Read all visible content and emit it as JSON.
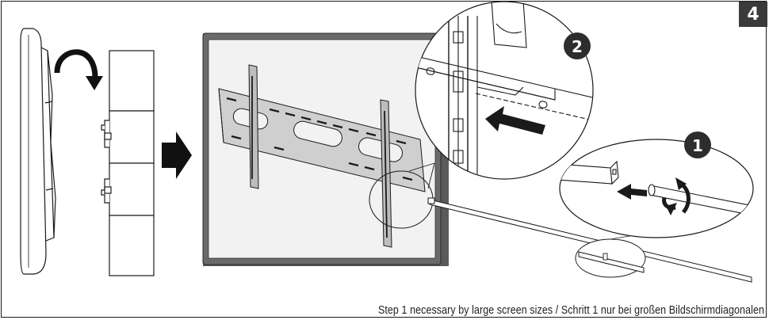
{
  "step_number": "4",
  "callouts": [
    {
      "label": "2"
    },
    {
      "label": "1"
    }
  ],
  "caption": "Step 1 necessary by large screen sizes / Schritt 1 nur bei großen Bildschirmdiagonalen",
  "colors": {
    "line": "#1a1a1a",
    "badge": "#3a3a3a",
    "callout_fill": "#2d2d2d",
    "tv_frame": "#5a5a5a",
    "tv_screen": "#f2f2f2",
    "bracket_fill": "#cfcfcf"
  },
  "icons": [
    "rotate-arrow-icon",
    "right-arrow-icon",
    "push-arrow-icon",
    "twist-arrow-icon"
  ]
}
